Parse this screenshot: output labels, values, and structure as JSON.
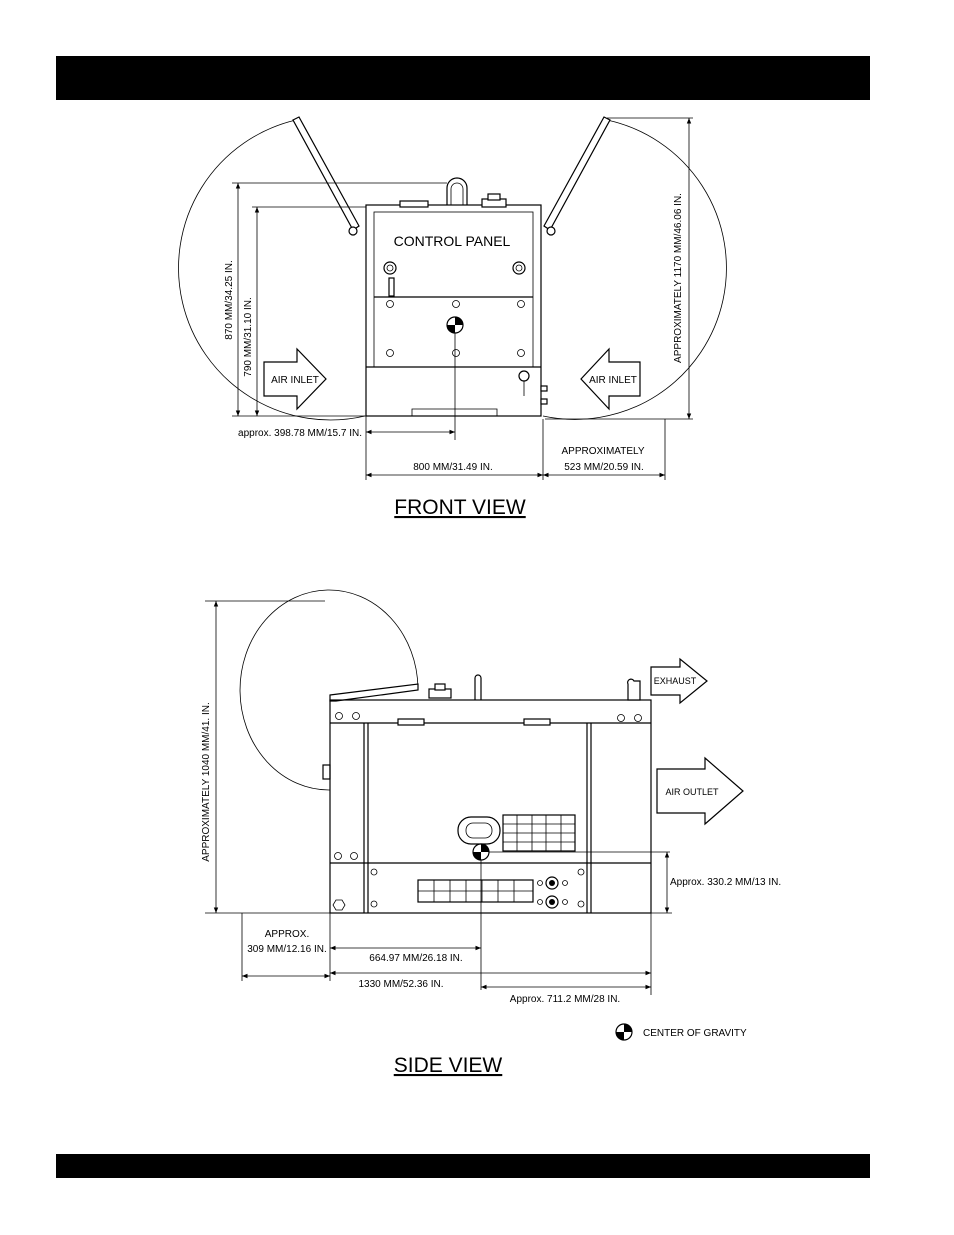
{
  "front_view": {
    "title": "FRONT VIEW",
    "control_panel_label": "CONTROL PANEL",
    "air_inlet_left": "AIR INLET",
    "air_inlet_right": "AIR INLET",
    "dim_height_870": "870 MM/34.25 IN.",
    "dim_height_790": "790 MM/31.10 IN.",
    "dim_height_1170": "APPROXIMATELY 1170 MM/46.06 IN.",
    "dim_cg_offset": "approx. 398.78 MM/15.7 IN.",
    "dim_width_800": "800 MM/31.49 IN.",
    "dim_door_line1": "APPROXIMATELY",
    "dim_door_line2": "523 MM/20.59 IN."
  },
  "side_view": {
    "title": "SIDE VIEW",
    "exhaust_label": "EXHAUST",
    "air_outlet_label": "AIR OUTLET",
    "dim_height_1040": "APPROXIMATELY 1040 MM/41. IN.",
    "dim_cg_height": "Approx. 330.2 MM/13 IN.",
    "dim_door_line1": "APPROX.",
    "dim_door_line2": "309 MM/12.16 IN.",
    "dim_cg_length": "664.97 MM/26.18 IN.",
    "dim_length_1330": "1330 MM/52.36 IN.",
    "dim_rear_711": "Approx. 711.2 MM/28 IN."
  },
  "legend": {
    "center_of_gravity": "CENTER OF GRAVITY"
  }
}
